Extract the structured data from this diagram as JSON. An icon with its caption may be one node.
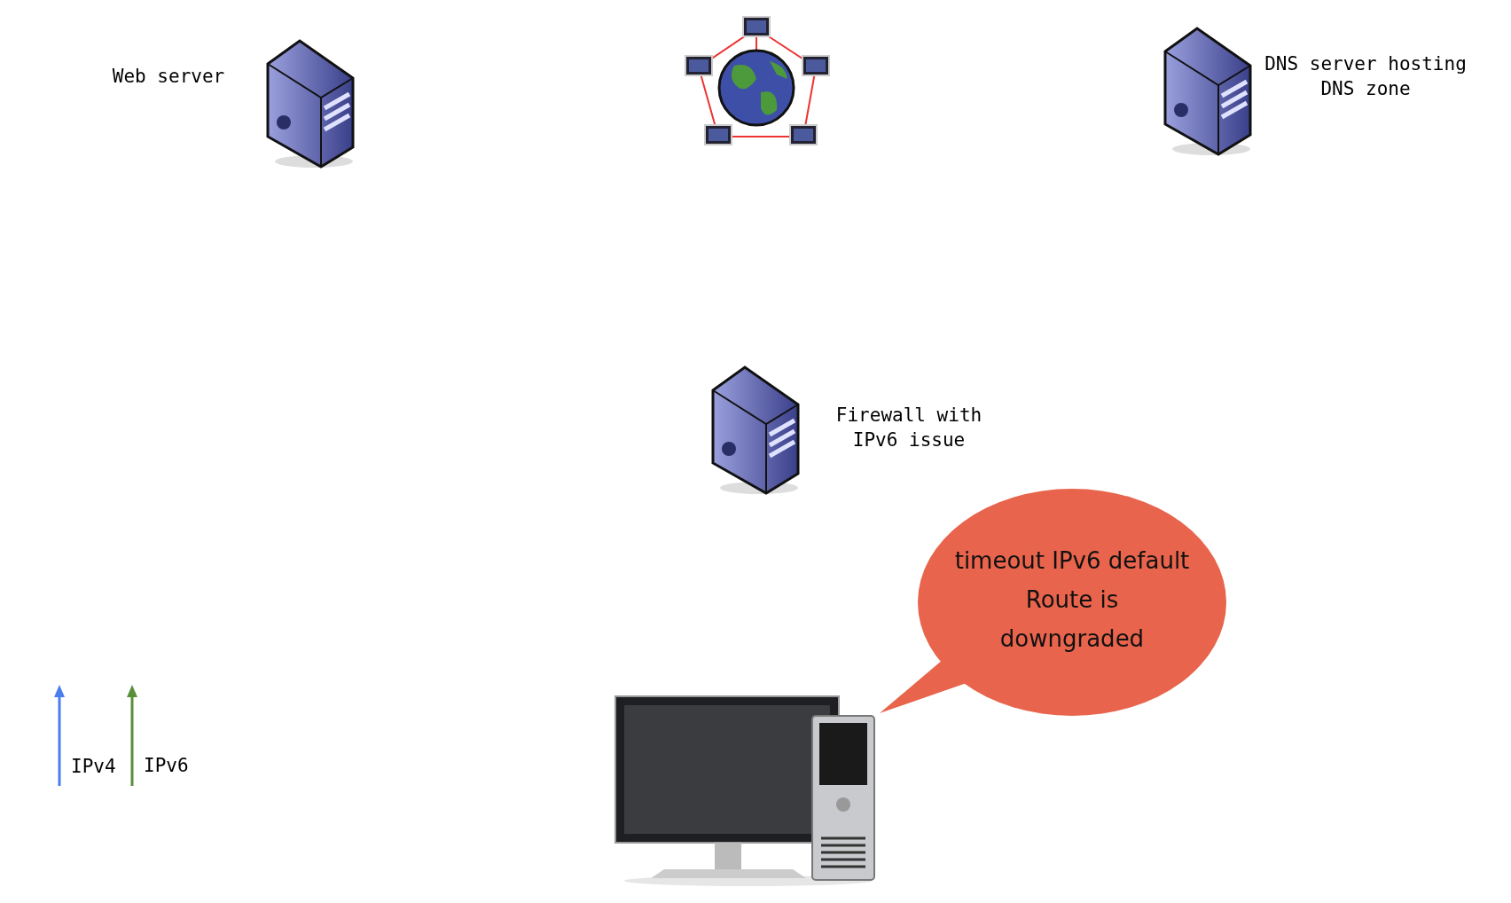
{
  "diagram": {
    "nodes": [
      {
        "text": [
          "Web server"
        ]
      },
      {
        "text": [],
        "shape": "picture"
      },
      {
        "text": [
          "DNS server hosting DNS zone"
        ]
      },
      {
        "text": [
          "Firewall with IPv6 issue"
        ]
      },
      {
        "text": [
          "timeout IPv6 default Route is downgraded"
        ]
      },
      {
        "text": [],
        "shape": "picture"
      }
    ],
    "legend": [
      {
        "text": "IPv4"
      },
      {
        "text": "IPv6"
      }
    ]
  }
}
